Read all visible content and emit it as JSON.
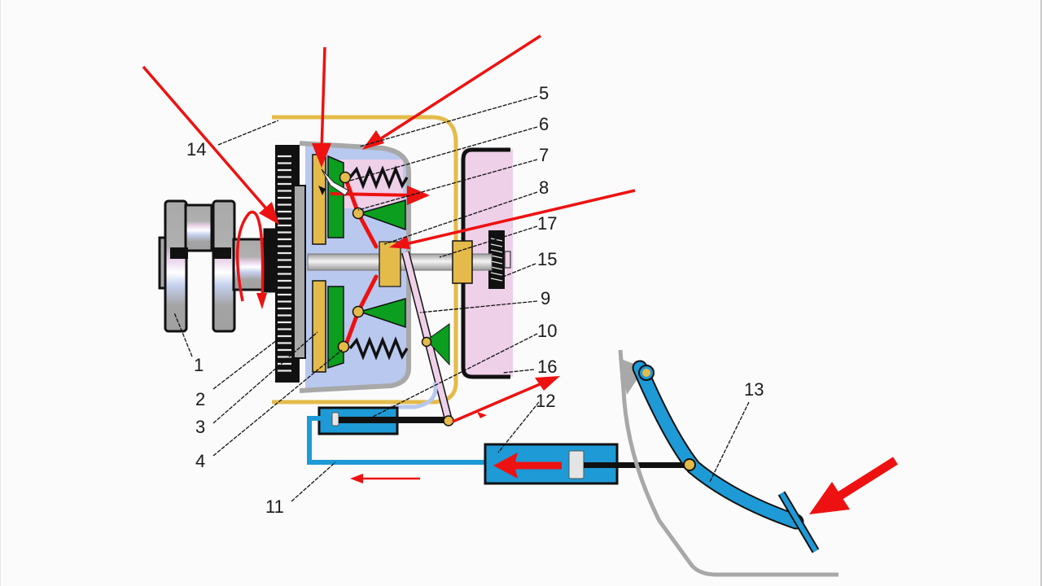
{
  "diagram": {
    "title": "Hydraulic clutch actuation system (engaged / disengaged flow)",
    "colors": {
      "background": "#fafbfa",
      "arrow_red": "#ee1111",
      "hydraulic_blue": "#1e9ad6",
      "housing_gold": "#e4bb4a",
      "friction_green": "#0b9e1f",
      "cavity_lavender": "#b9c8ee",
      "cover_pink": "#eed0e8",
      "casing_gray": "#a8a8a8",
      "outline_black": "#111111"
    },
    "parts": [
      {
        "id": "1",
        "name": "crankshaft"
      },
      {
        "id": "2",
        "name": "flywheel"
      },
      {
        "id": "3",
        "name": "friction-disc"
      },
      {
        "id": "4",
        "name": "pressure-plate"
      },
      {
        "id": "5",
        "name": "clutch-cover"
      },
      {
        "id": "6",
        "name": "pressure-spring"
      },
      {
        "id": "7",
        "name": "release-lever"
      },
      {
        "id": "8",
        "name": "release-bearing"
      },
      {
        "id": "9",
        "name": "release-fork"
      },
      {
        "id": "10",
        "name": "slave-cylinder"
      },
      {
        "id": "11",
        "name": "hydraulic-line"
      },
      {
        "id": "12",
        "name": "master-cylinder"
      },
      {
        "id": "13",
        "name": "clutch-pedal"
      },
      {
        "id": "14",
        "name": "clutch-housing"
      },
      {
        "id": "15",
        "name": "gearbox-input-gear"
      },
      {
        "id": "16",
        "name": "gearbox-housing"
      },
      {
        "id": "17",
        "name": "input-shaft"
      }
    ]
  }
}
